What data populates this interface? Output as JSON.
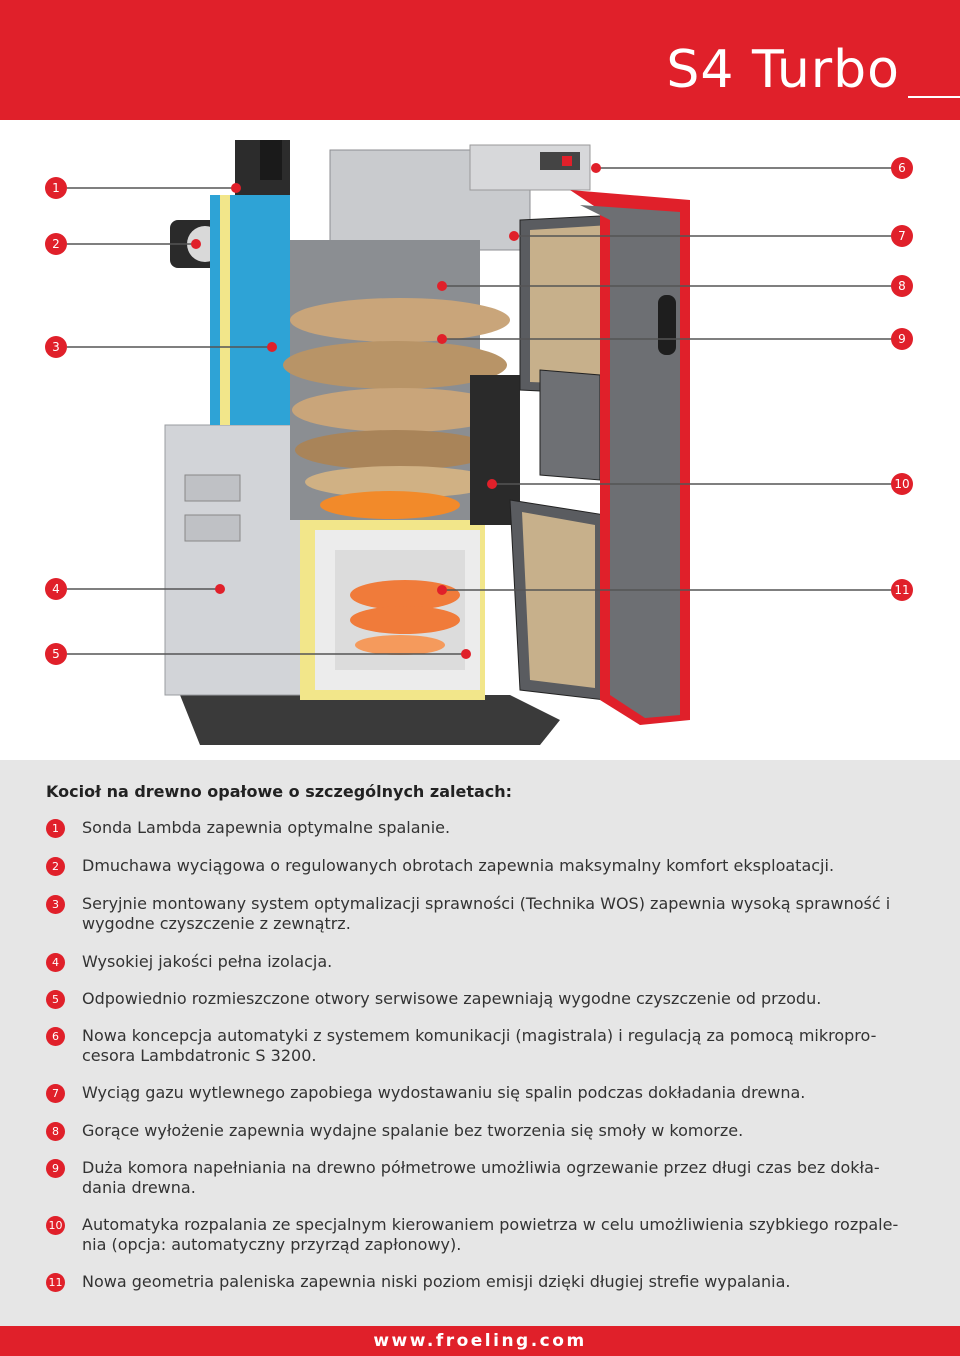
{
  "header": {
    "title": "S4 Turbo"
  },
  "figure": {
    "left_markers": [
      "1",
      "2",
      "3",
      "4",
      "5"
    ],
    "right_markers": [
      "6",
      "7",
      "8",
      "9",
      "10",
      "11"
    ]
  },
  "features": {
    "intro": "Kocioł na drewno opałowe o szczególnych zaletach:",
    "items": [
      {
        "num": "1",
        "text": "Sonda Lambda zapewnia optymalne spalanie."
      },
      {
        "num": "2",
        "text": "Dmuchawa wyciągowa o regulowanych obrotach zapewnia maksymalny komfort eksploatacji."
      },
      {
        "num": "3",
        "text": "Seryjnie montowany system optymalizacji sprawności (Technika WOS) zapewnia wysoką sprawność i wygodne czyszczenie z zewnątrz."
      },
      {
        "num": "4",
        "text": "Wysokiej jakości pełna izolacja."
      },
      {
        "num": "5",
        "text": "Odpowiednio rozmieszczone otwory serwisowe zapewniają wygodne czyszczenie od przodu."
      },
      {
        "num": "6",
        "text": "Nowa koncepcja automatyki z systemem komunikacji (magistrala) i regulacją za pomocą mikropro-cesora Lambdatronic S 3200."
      },
      {
        "num": "7",
        "text": "Wyciąg gazu wytlewnego zapobiega wydostawaniu się spalin podczas dokładania drewna."
      },
      {
        "num": "8",
        "text": "Gorące wyłożenie zapewnia wydajne spalanie bez tworzenia się smoły w komorze."
      },
      {
        "num": "9",
        "text": "Duża komora napełniania na drewno półmetrowe umożliwia ogrzewanie przez długi czas bez dokła-dania drewna."
      },
      {
        "num": "10",
        "text": "Automatyka rozpalania ze specjalnym kierowaniem powietrza w celu umożliwienia szybkiego rozpale-nia (opcja: automatyczny przyrząd zapłonowy)."
      },
      {
        "num": "11",
        "text": "Nowa geometria paleniska zapewnia niski poziom emisji dzięki długiej strefie wypalania."
      }
    ]
  },
  "footer": {
    "url": "www.froeling.com"
  },
  "colors": {
    "brand_red": "#e0202a",
    "panel_gray": "#e6e6e6"
  }
}
